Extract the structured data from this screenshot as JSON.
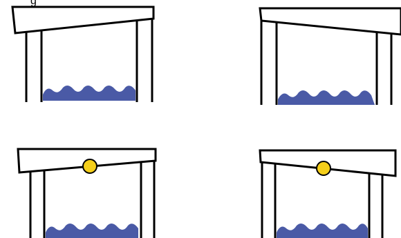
{
  "diagram": {
    "colors": {
      "background": "#ffffff",
      "stroke": "#000000",
      "water": "#4a5aa6",
      "ball_fill": "#f5cf1a",
      "ball_stroke": "#000000"
    },
    "panels": [
      {
        "id": "top-left",
        "has_ball": false
      },
      {
        "id": "top-right",
        "has_ball": false
      },
      {
        "id": "bottom-left",
        "has_ball": true
      },
      {
        "id": "bottom-right",
        "has_ball": true
      }
    ]
  }
}
